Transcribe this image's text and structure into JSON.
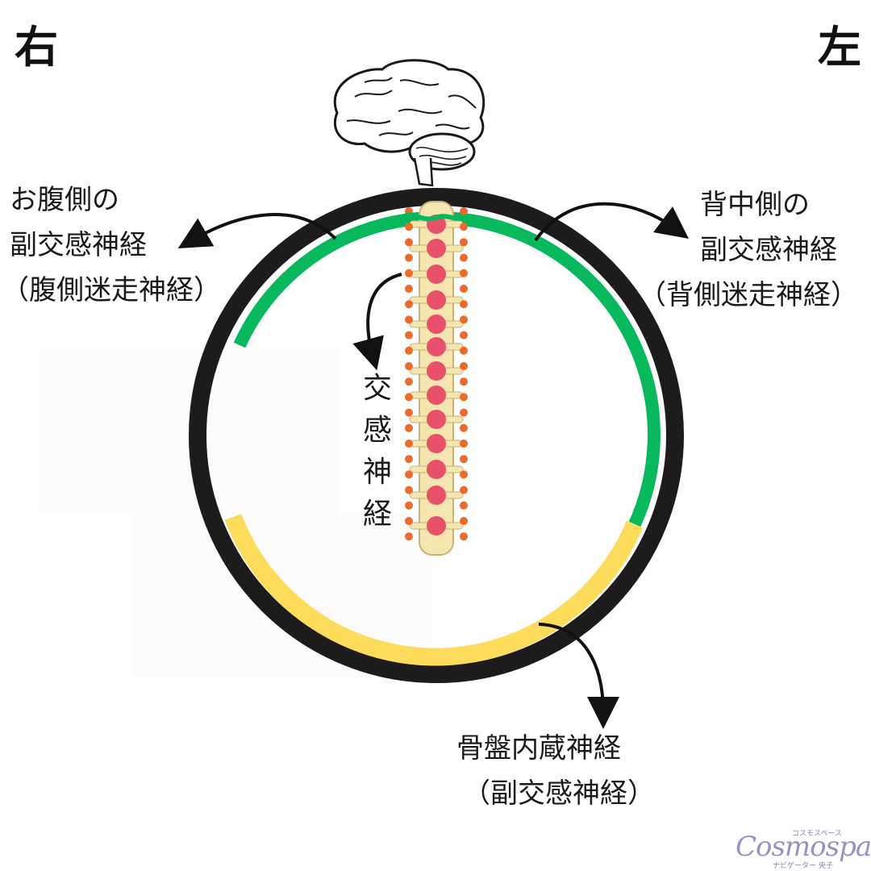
{
  "corner_labels": {
    "right_side": "右",
    "left_side": "左"
  },
  "labels": {
    "ventral_vagal": [
      "お腹側の",
      "副交感神経",
      "（腹側迷走神経）"
    ],
    "dorsal_vagal": [
      "背中側の",
      "副交感神経",
      "（背側迷走神経）"
    ],
    "sympathetic": [
      "交",
      "感",
      "神",
      "経"
    ],
    "pelvic": [
      "骨盤内蔵神経",
      "（副交感神経）"
    ]
  },
  "colors": {
    "outer_ring": "#1e1b1c",
    "ventral_arc": "#07b95c",
    "pelvic_arc": "#fddc5c",
    "vertebra": "#f5e6b0",
    "vertebra_disc": "#e8516a",
    "ganglion_dot": "#ec6a2c",
    "arrow": "#111111"
  },
  "icons": [
    "brain-icon",
    "spine-icon",
    "arrow-icon"
  ],
  "logo": {
    "script": "Cosmospace",
    "kana_top": "コスモスペース",
    "kana_bottom": "ナビゲーター 央子"
  }
}
